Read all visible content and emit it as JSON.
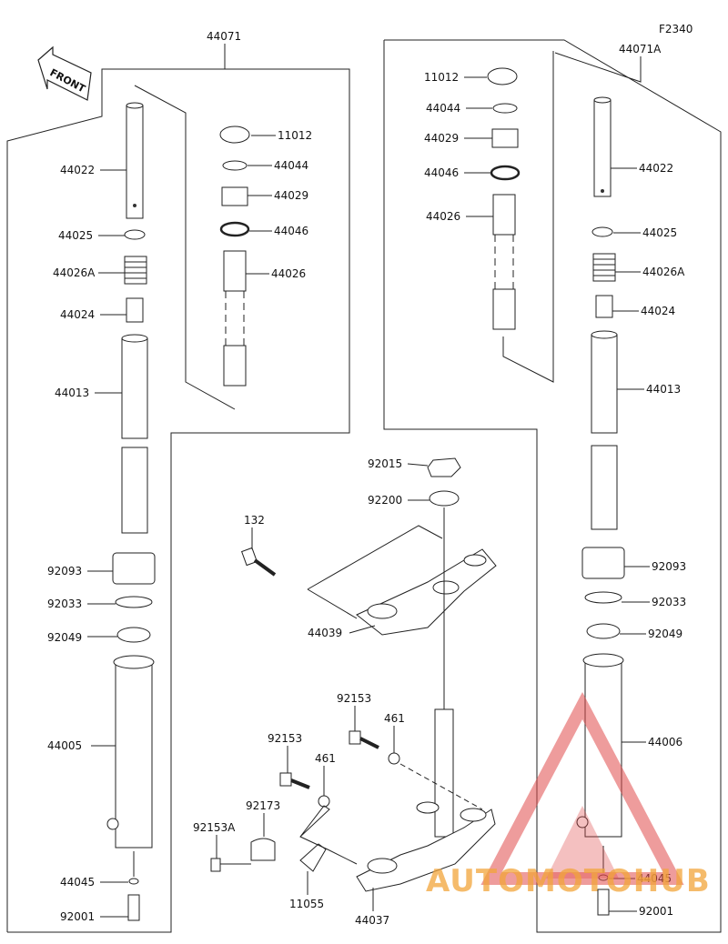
{
  "figure_code": "F2340",
  "front_label": "FRONT",
  "left_assembly_label": "44071",
  "right_assembly_label": "44071A",
  "left_parts": [
    "44022",
    "44025",
    "44026A",
    "44024",
    "44013",
    "92093",
    "92033",
    "92049",
    "44005",
    "44045",
    "92001"
  ],
  "left_kit_parts": [
    "11012",
    "44044",
    "44029",
    "44046",
    "44026"
  ],
  "right_kit_parts": [
    "11012",
    "44044",
    "44029",
    "44046",
    "44026"
  ],
  "right_parts": [
    "44022",
    "44025",
    "44026A",
    "44024",
    "44013",
    "92093",
    "92033",
    "92049",
    "44006",
    "44045",
    "92001"
  ],
  "center_parts": [
    "92015",
    "92200",
    "132",
    "44039",
    "92153",
    "461",
    "92153",
    "461",
    "92173",
    "92153A",
    "11055",
    "44037"
  ],
  "watermark": "AUTOMOTOHUB",
  "colors": {
    "watermark_red": "#e04a4a",
    "watermark_orange": "#f2a53a",
    "watermark_gray": "#7a7a7a"
  }
}
